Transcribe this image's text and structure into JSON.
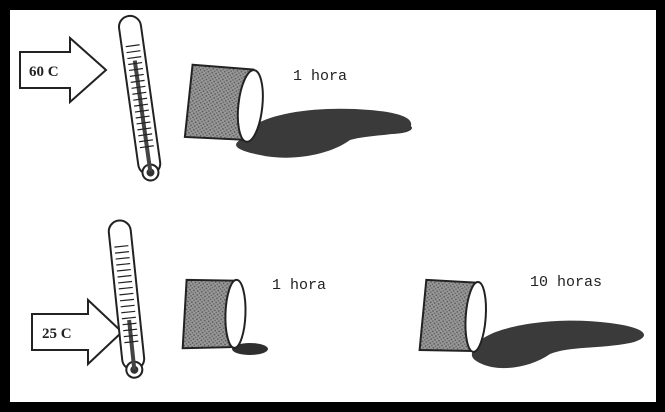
{
  "scenarios": [
    {
      "temperature": "60 C",
      "samples": [
        {
          "time": "1 hora"
        }
      ]
    },
    {
      "temperature": "25 C",
      "samples": [
        {
          "time": "1 hora"
        },
        {
          "time": "10 horas"
        }
      ]
    }
  ],
  "colors": {
    "frame": "#000000",
    "background": "#ffffff",
    "ink": "#222222",
    "puddle": "#3a3a3a",
    "can_texture": "#8a8a8a"
  }
}
